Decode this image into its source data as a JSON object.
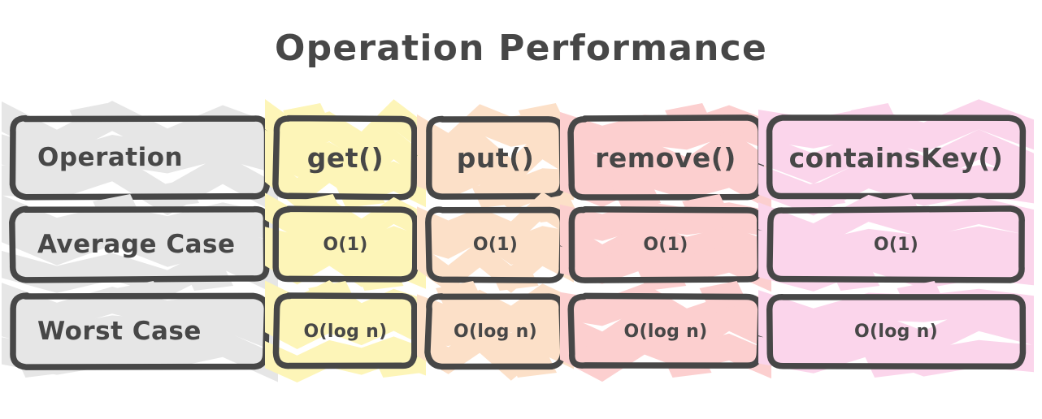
{
  "title": "Operation Performance",
  "colors": {
    "stroke": "#474747",
    "text": "#474747",
    "background": "#ffffff",
    "header_label_fill": "#e6e6e6",
    "col_get": "#fdf5b8",
    "col_put": "#fce0c8",
    "col_remove": "#fccfcf",
    "col_containskey": "#fbd5eb"
  },
  "table": {
    "columns": [
      {
        "key": "operation",
        "label": "Operation",
        "fill": "#e6e6e6"
      },
      {
        "key": "get",
        "label": "get()",
        "fill": "#fdf5b8"
      },
      {
        "key": "put",
        "label": "put()",
        "fill": "#fce0c8"
      },
      {
        "key": "remove",
        "label": "remove()",
        "fill": "#fccfcf"
      },
      {
        "key": "containsKey",
        "label": "containsKey()",
        "fill": "#fbd5eb"
      }
    ],
    "rows": [
      {
        "label": "Average Case",
        "cells": [
          "O(1)",
          "O(1)",
          "O(1)",
          "O(1)"
        ]
      },
      {
        "label": "Worst Case",
        "cells": [
          "O(log n)",
          "O(log n)",
          "O(log n)",
          "O(log n)"
        ]
      }
    ]
  }
}
